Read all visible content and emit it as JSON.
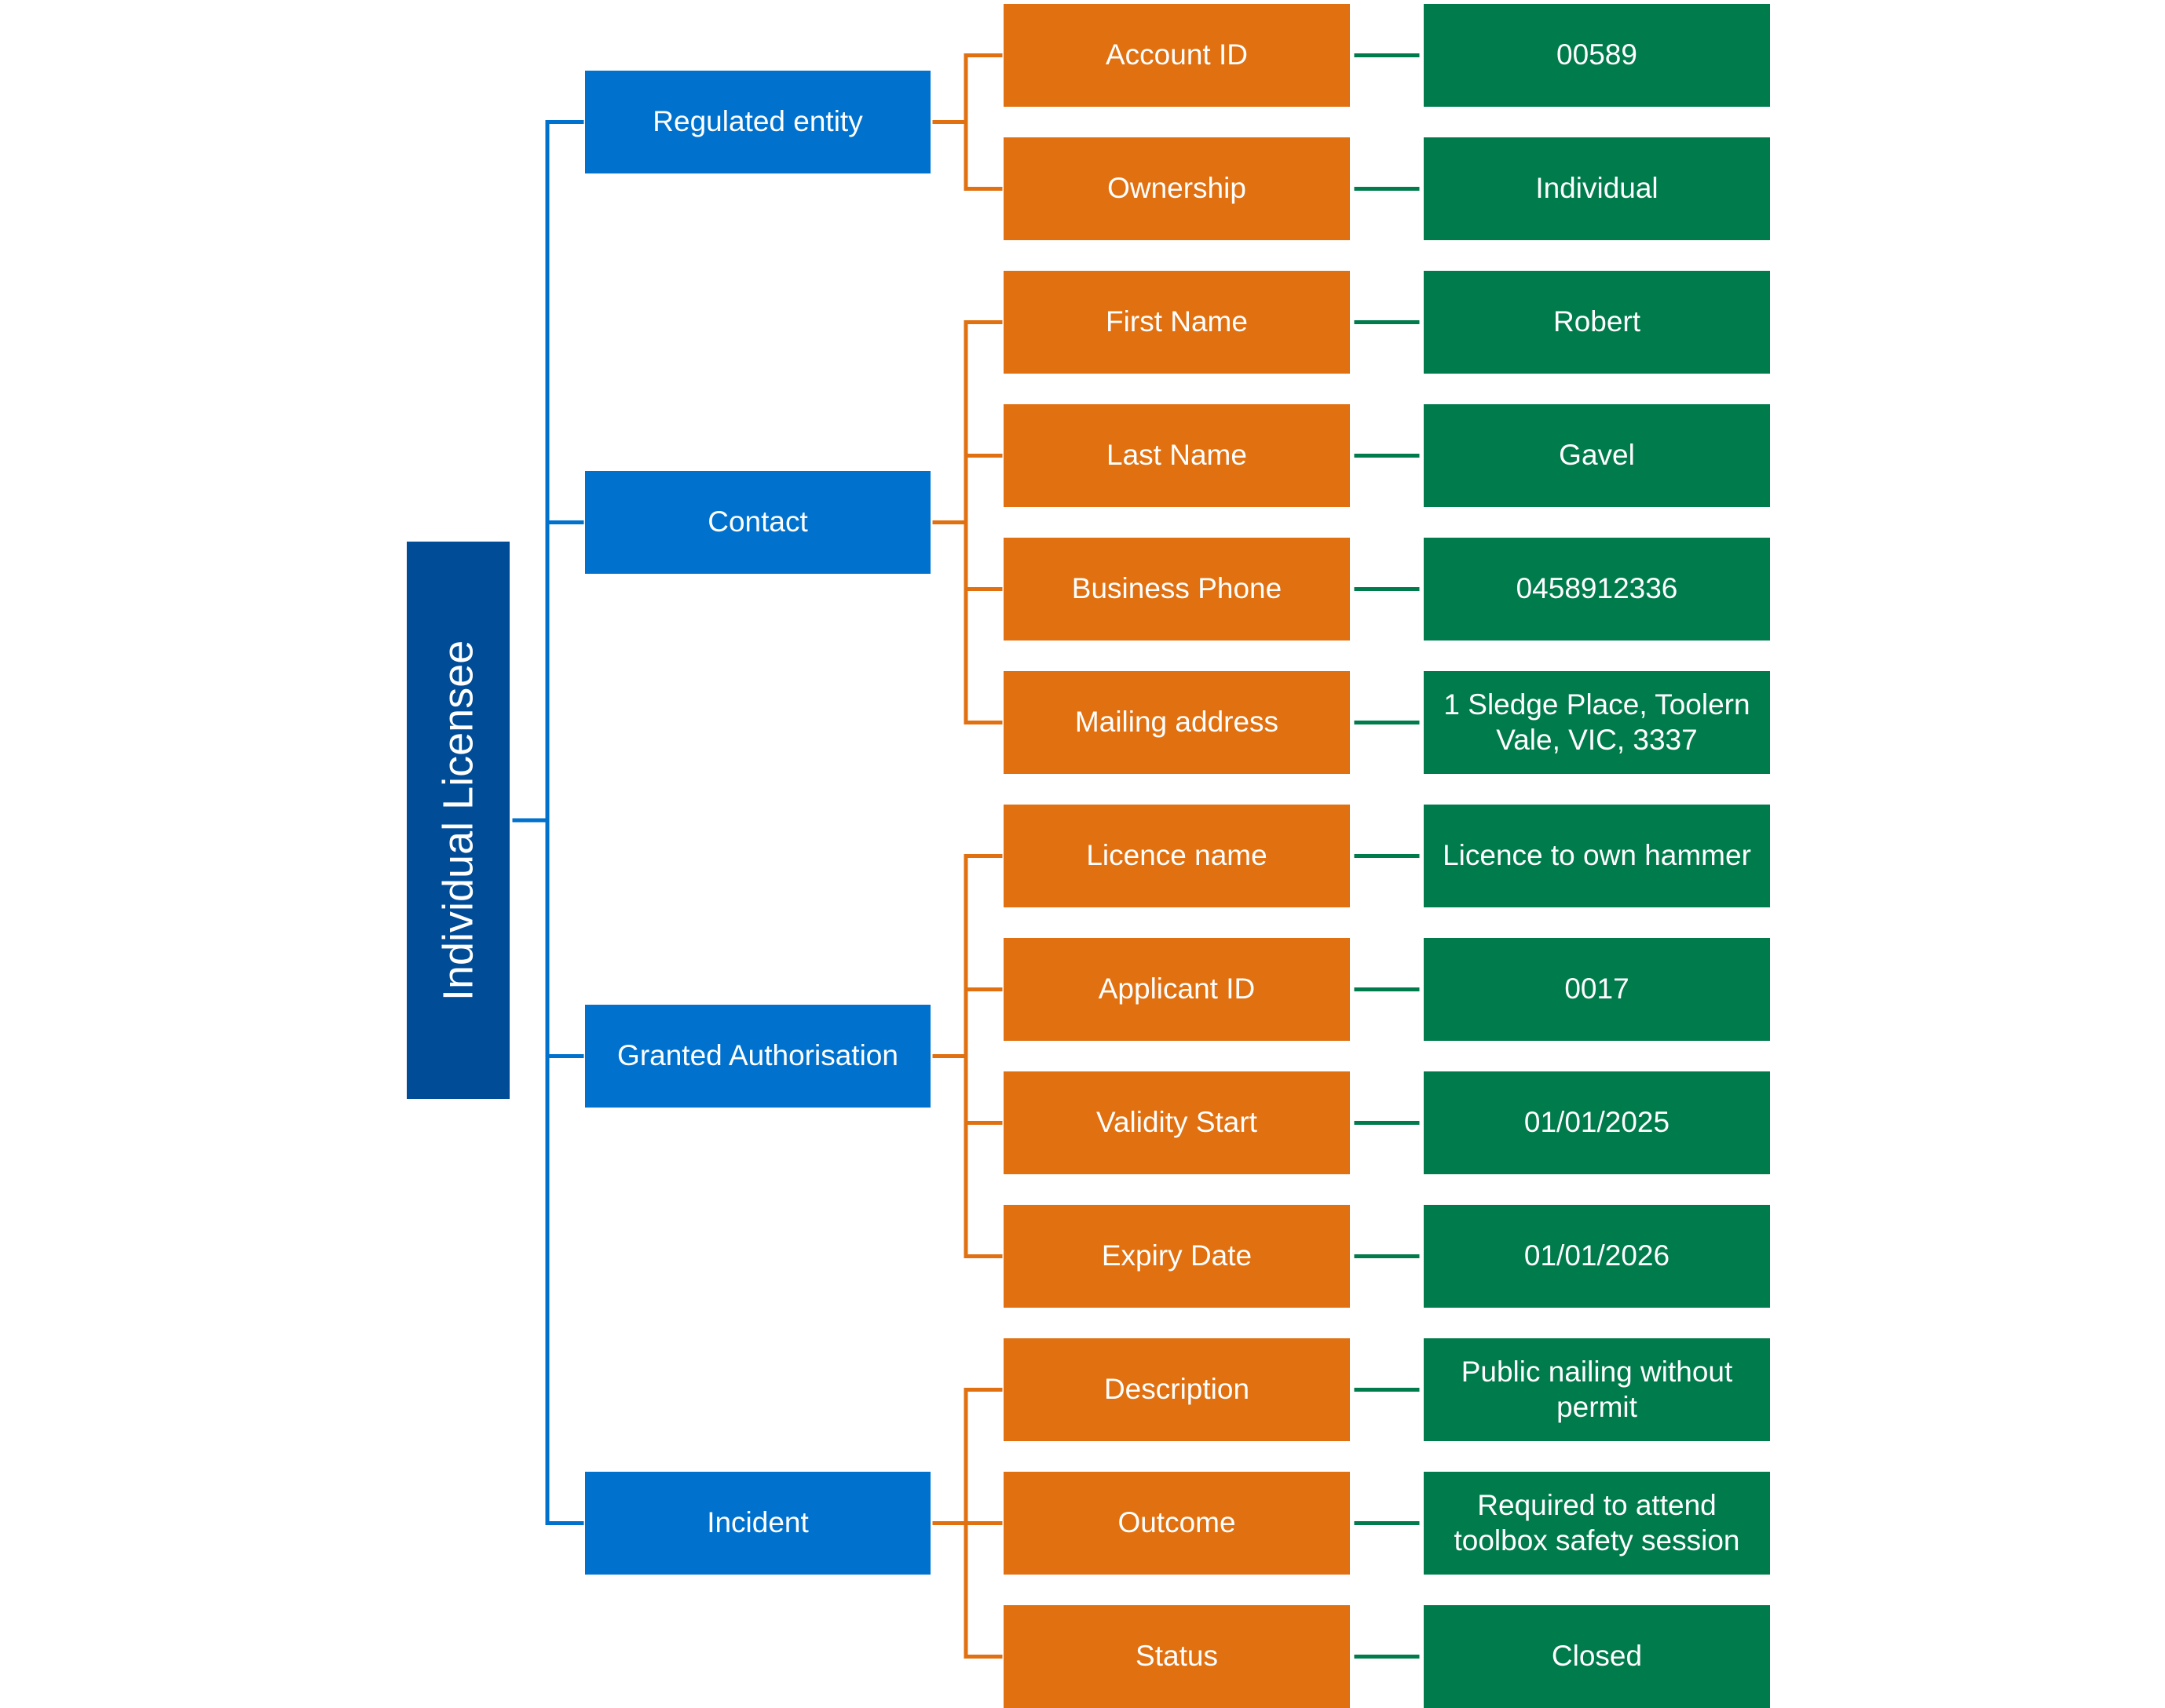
{
  "root": {
    "label": "Individual Licensee"
  },
  "categories": [
    {
      "label": "Regulated entity",
      "fields": [
        {
          "label": "Account ID",
          "value": "00589"
        },
        {
          "label": "Ownership",
          "value": "Individual"
        }
      ]
    },
    {
      "label": "Contact",
      "fields": [
        {
          "label": "First Name",
          "value": "Robert"
        },
        {
          "label": "Last Name",
          "value": "Gavel"
        },
        {
          "label": "Business Phone",
          "value": "0458912336"
        },
        {
          "label": "Mailing address",
          "value": "1 Sledge Place, Toolern Vale, VIC, 3337"
        }
      ]
    },
    {
      "label": "Granted Authorisation",
      "fields": [
        {
          "label": "Licence name",
          "value": "Licence to own hammer"
        },
        {
          "label": "Applicant ID",
          "value": "0017"
        },
        {
          "label": "Validity Start",
          "value": "01/01/2025"
        },
        {
          "label": "Expiry Date",
          "value": "01/01/2026"
        }
      ]
    },
    {
      "label": "Incident",
      "fields": [
        {
          "label": "Description",
          "value": "Public nailing without permit"
        },
        {
          "label": "Outcome",
          "value": "Required to attend toolbox safety session"
        },
        {
          "label": "Status",
          "value": "Closed"
        }
      ]
    }
  ],
  "colors": {
    "root": "#004c97",
    "category": "#0072ce",
    "field": "#e07010",
    "value": "#007b4c"
  }
}
